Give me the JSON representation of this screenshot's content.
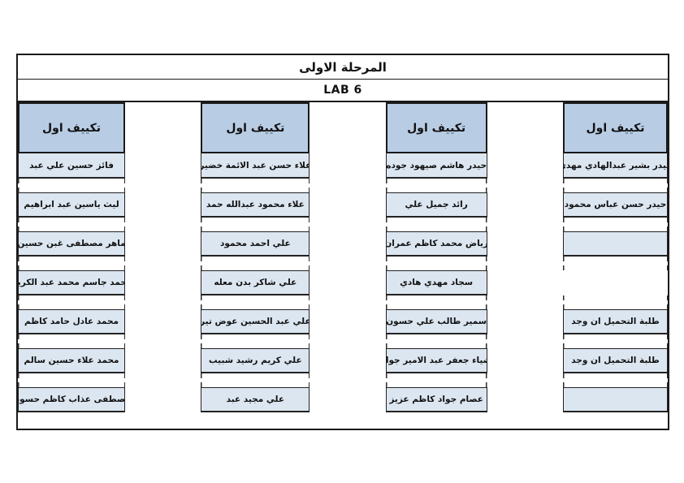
{
  "document": {
    "title": "المرحلة الاولى",
    "lab_label": "LAB 6"
  },
  "colors": {
    "header_fill": "#b8cce4",
    "cell_fill": "#dce6f1",
    "border": "#1a1a1a"
  },
  "columns": [
    {
      "header": "تكييف اول",
      "rows": [
        {
          "type": "name",
          "text": "حيدر بشير عبدالهادي مهدي"
        },
        {
          "type": "name",
          "text": "حيدر حسن عباس محمود"
        },
        {
          "type": "empty",
          "text": ""
        },
        {
          "type": "missing",
          "text": ""
        },
        {
          "type": "name",
          "text": "طلبة التحميل ان وجد"
        },
        {
          "type": "name",
          "text": "طلبة التحميل ان وجد"
        },
        {
          "type": "empty",
          "text": ""
        }
      ]
    },
    {
      "header": "تكييف اول",
      "rows": [
        {
          "type": "name",
          "text": "حيدر هاشم صيهود جوده"
        },
        {
          "type": "name",
          "text": "رائد جميل علي"
        },
        {
          "type": "name",
          "text": "رياض محمد كاظم عمران"
        },
        {
          "type": "name",
          "text": "سجاد مهدي هادي"
        },
        {
          "type": "name",
          "text": "سمير طالب علي حسون"
        },
        {
          "type": "name",
          "text": "ضياء جعفر عبد الامير جواد"
        },
        {
          "type": "name",
          "text": "عصام جواد كاظم عزيز"
        }
      ]
    },
    {
      "header": "تكييف اول",
      "rows": [
        {
          "type": "name",
          "text": "علاء حسن عبد الائمة خضير"
        },
        {
          "type": "name",
          "text": "علاء محمود عبدالله حمد"
        },
        {
          "type": "name",
          "text": "علي احمد محمود"
        },
        {
          "type": "name",
          "text": "علي شاكر بدن معله"
        },
        {
          "type": "name",
          "text": "علي عبد الحسين عوض تير"
        },
        {
          "type": "name",
          "text": "علي كريم رشيد شبيب"
        },
        {
          "type": "name",
          "text": "علي مجيد عبد"
        }
      ]
    },
    {
      "header": "تكييف اول",
      "rows": [
        {
          "type": "name",
          "text": "فائز حسين علي عبد"
        },
        {
          "type": "name",
          "text": "ليث ياسين عبد ابراهيم"
        },
        {
          "type": "name",
          "text": "ماهر مصطفى غبن حسين"
        },
        {
          "type": "name",
          "text": "محمد جاسم محمد عبد الكريم"
        },
        {
          "type": "name",
          "text": "محمد عادل حامد كاظم"
        },
        {
          "type": "name",
          "text": "محمد علاء حسين سالم"
        },
        {
          "type": "name",
          "text": "مصطفى عذاب كاظم حسون"
        }
      ]
    }
  ]
}
